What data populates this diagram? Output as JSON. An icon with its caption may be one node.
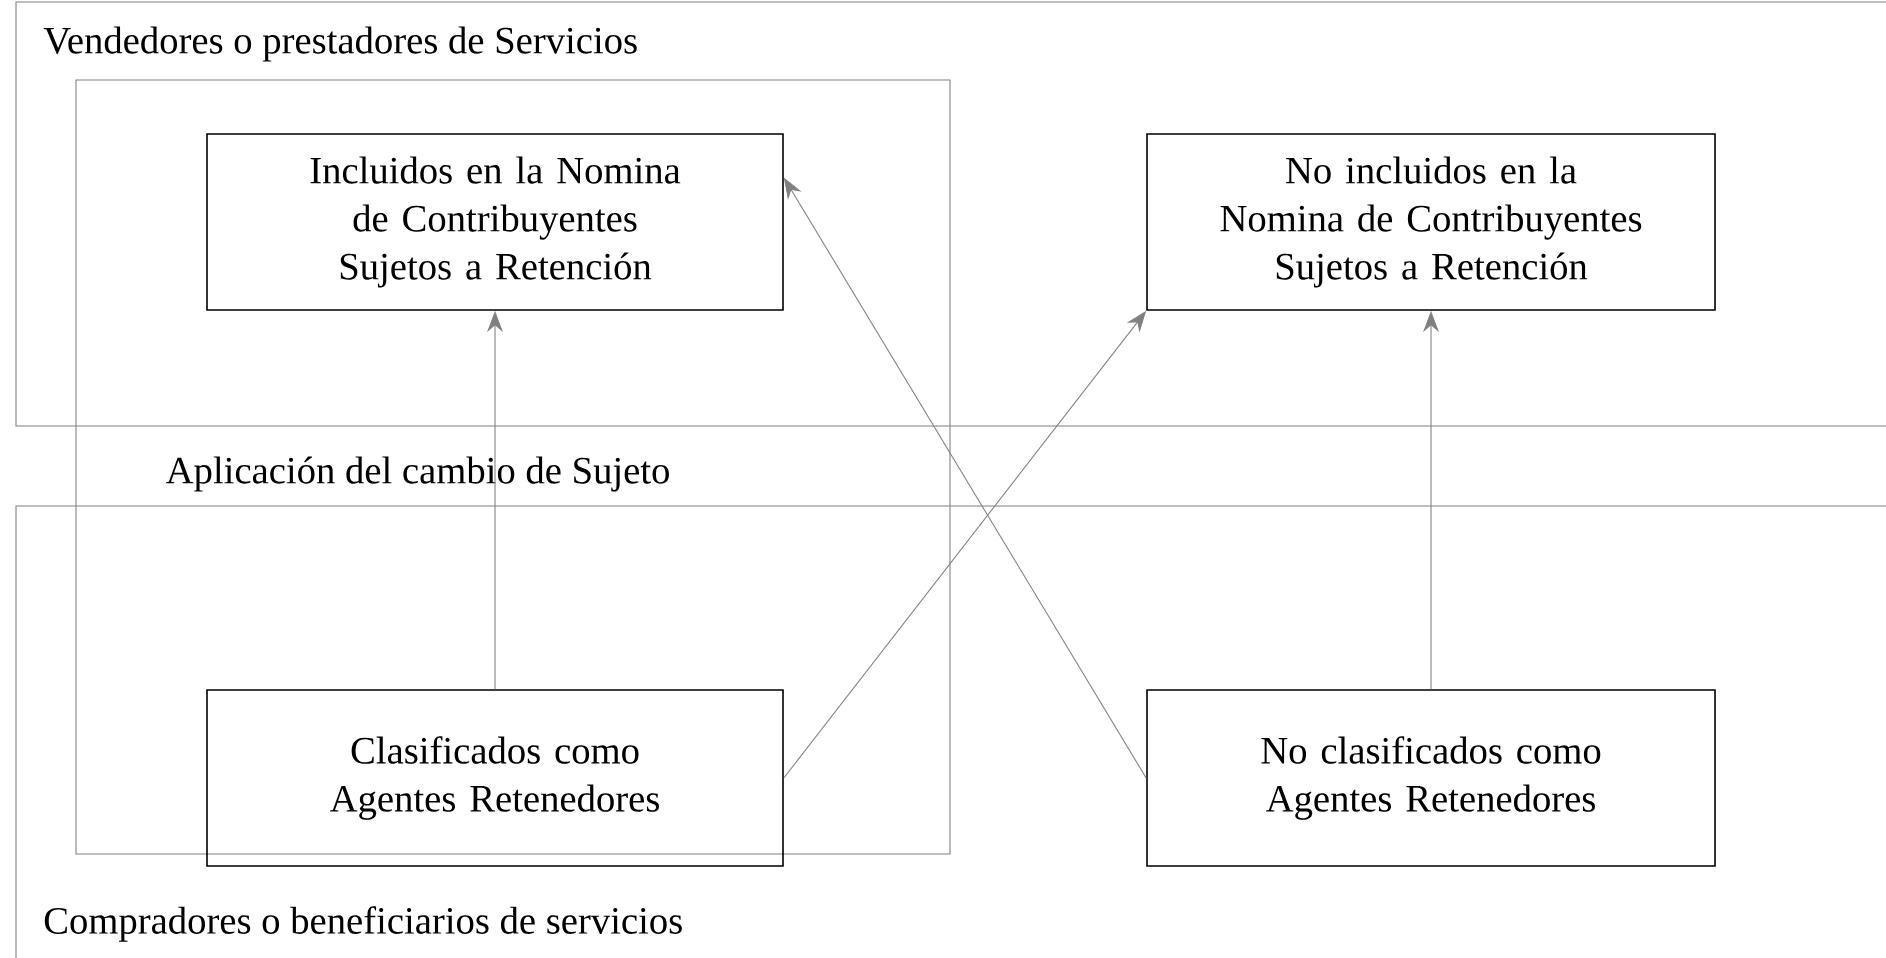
{
  "diagram": {
    "nodes": [
      {
        "text": [
          "Vendedores o prestadores de Servicios"
        ]
      },
      {
        "text": [
          "Incluidos en la Nomina de Contribuyentes Sujetos a Retención"
        ],
        "in": 0
      },
      {
        "text": [
          "No incluidos en la Nomina de Contribuyentes Sujetos a Retención"
        ],
        "in": 0
      },
      {
        "text": [
          "Compradores o beneficiarios de servicios"
        ]
      },
      {
        "text": [
          "Clasificados como Agentes Retenedores"
        ],
        "in": 3
      },
      {
        "text": [
          "No clasificados como Agentes Retenedores"
        ],
        "in": 3
      }
    ],
    "edges": [
      {
        "from": 4,
        "to": 1,
        "arrow": "to"
      },
      {
        "from": 4,
        "to": 2,
        "arrow": "to"
      },
      {
        "from": 5,
        "to": 1,
        "arrow": "to"
      },
      {
        "from": 5,
        "to": 2,
        "arrow": "to"
      }
    ],
    "labels": [
      "Aplicación del cambio de Sujeto"
    ]
  }
}
